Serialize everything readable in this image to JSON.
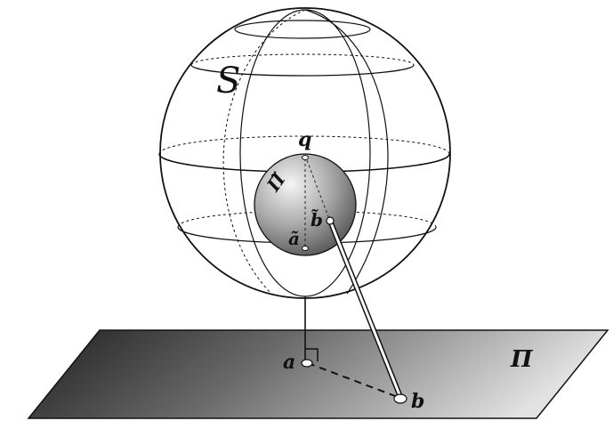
{
  "labels": {
    "sphere": "S",
    "north_point": "q",
    "small_sphere": "Π̃",
    "point_b_tilde": "b̃",
    "point_a_tilde": "ã",
    "plane": "Π",
    "point_a": "a",
    "point_b": "b"
  },
  "colors": {
    "line": "#111111",
    "plane_dark": "#222222",
    "plane_light": "#dedede",
    "small_sphere_light": "#f2f2f2",
    "small_sphere_dark": "#5a5a5a"
  }
}
